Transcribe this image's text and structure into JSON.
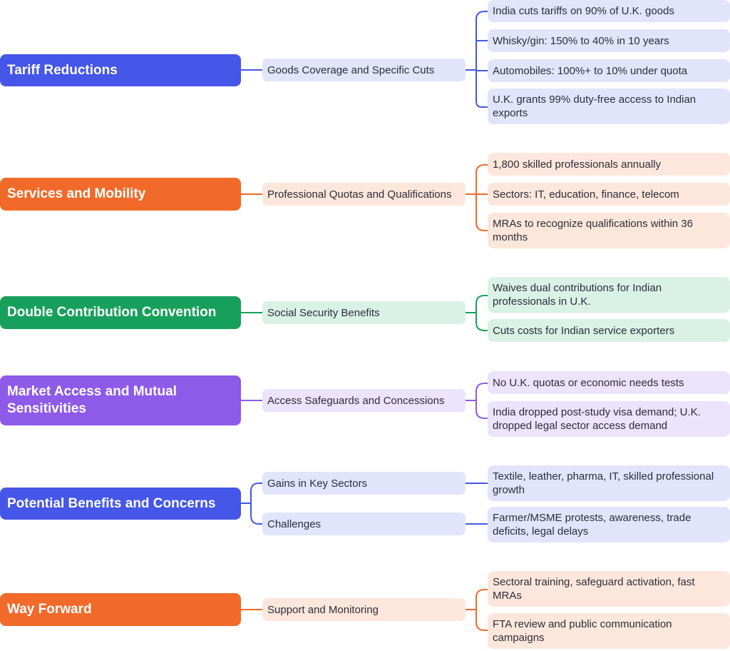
{
  "colors": {
    "blue": "#4556e8",
    "orange": "#f16a2a",
    "green": "#17a05b",
    "purple": "#8e5ae8",
    "blue_soft": "#e1e4fb",
    "orange_soft": "#fde7dc",
    "green_soft": "#d9f2e5",
    "purple_soft": "#ece3fc"
  },
  "branches": [
    {
      "title": "Tariff Reductions",
      "color": "blue",
      "groups": [
        {
          "label": "Goods Coverage and Specific Cuts",
          "items": [
            "India cuts tariffs on 90% of U.K. goods",
            "Whisky/gin: 150% to 40% in 10 years",
            "Automobiles: 100%+ to 10% under quota",
            "U.K. grants 99% duty-free access to Indian exports"
          ]
        }
      ]
    },
    {
      "title": "Services and Mobility",
      "color": "orange",
      "groups": [
        {
          "label": "Professional Quotas and Qualifications",
          "items": [
            "1,800 skilled professionals annually",
            "Sectors: IT, education, finance, telecom",
            "MRAs to recognize qualifications within 36 months"
          ]
        }
      ]
    },
    {
      "title": "Double Contribution Convention",
      "color": "green",
      "groups": [
        {
          "label": "Social Security Benefits",
          "items": [
            "Waives dual contributions for Indian professionals in U.K.",
            "Cuts costs for Indian service exporters"
          ]
        }
      ]
    },
    {
      "title": "Market Access and Mutual Sensitivities",
      "color": "purple",
      "groups": [
        {
          "label": "Access Safeguards and Concessions",
          "items": [
            "No U.K. quotas or economic needs tests",
            "India dropped post-study visa demand; U.K. dropped legal sector access demand"
          ]
        }
      ]
    },
    {
      "title": "Potential Benefits and Concerns",
      "color": "blue",
      "groups": [
        {
          "label": "Gains in Key Sectors",
          "items": [
            "Textile, leather, pharma, IT, skilled professional growth"
          ]
        },
        {
          "label": "Challenges",
          "items": [
            "Farmer/MSME protests, awareness, trade deficits, legal delays"
          ]
        }
      ]
    },
    {
      "title": "Way Forward",
      "color": "orange",
      "groups": [
        {
          "label": "Support and Monitoring",
          "items": [
            "Sectoral training, safeguard activation, fast MRAs",
            "FTA review and public communication campaigns"
          ]
        }
      ]
    }
  ]
}
